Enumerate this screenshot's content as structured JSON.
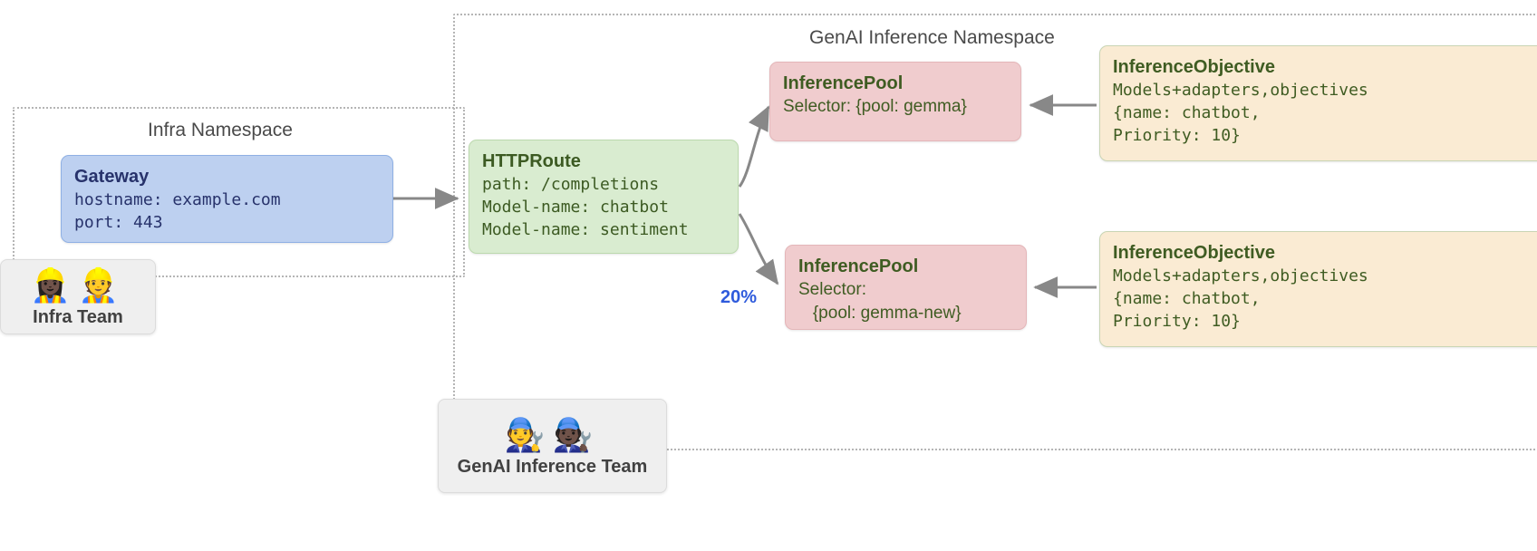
{
  "namespaces": [
    {
      "id": "infra",
      "label": "Infra Namespace"
    },
    {
      "id": "genai",
      "label": "GenAI Inference Namespace"
    }
  ],
  "nodes": {
    "gateway": {
      "title": "Gateway",
      "line1": "hostname: example.com",
      "line2": "port: 443"
    },
    "httproute": {
      "title": "HTTPRoute",
      "line1": "path: /completions",
      "line2": "Model-name: chatbot",
      "line3": "Model-name: sentiment"
    },
    "pool_top": {
      "title": "InferencePool",
      "line1": "Selector: {pool: gemma}"
    },
    "pool_bottom": {
      "title": "InferencePool",
      "line1": "Selector:",
      "line2": "   {pool: gemma-new}"
    },
    "objective_top": {
      "title": "InferenceObjective",
      "line1": "Models+adapters,objectives",
      "line2": "{name: chatbot,",
      "line3": "Priority: 10}"
    },
    "objective_bottom": {
      "title": "InferenceObjective",
      "line1": "Models+adapters,objectives",
      "line2": "{name: chatbot,",
      "line3": "Priority: 10}"
    }
  },
  "teams": [
    {
      "id": "infra-team",
      "label": "Infra Team",
      "faces": "👷🏿‍♀️👷"
    },
    {
      "id": "genai-team",
      "label": "GenAI Inference Team",
      "faces": "🧑‍🔧🧑🏿‍🔧"
    }
  ],
  "edges": {
    "split_label": "20%"
  },
  "colors": {
    "gateway_bg": "#bdd0f0",
    "httproute_bg": "#d9ecd0",
    "pool_bg": "#f0ccce",
    "objective_bg": "#faebd3",
    "team_bg": "#efefef",
    "edge_label": "#2f5bdc",
    "arrow": "#808080",
    "namespace_border": "#b5b5b5"
  }
}
